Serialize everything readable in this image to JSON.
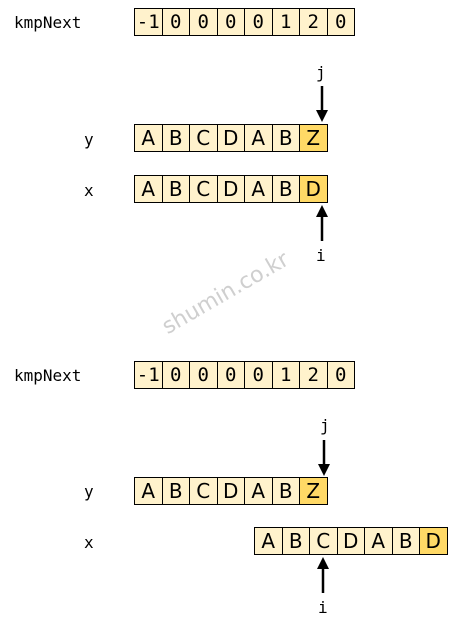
{
  "watermark": "shumin.co.kr",
  "diagram1": {
    "kmp_label": "kmpNext",
    "kmp_cells": [
      "-1",
      "0",
      "0",
      "0",
      "0",
      "1",
      "2",
      "0"
    ],
    "y_label": "y",
    "y_cells": [
      "A",
      "B",
      "C",
      "D",
      "A",
      "B",
      "Z"
    ],
    "x_label": "x",
    "x_cells": [
      "A",
      "B",
      "C",
      "D",
      "A",
      "B",
      "D"
    ],
    "j_label": "j",
    "i_label": "i"
  },
  "diagram2": {
    "kmp_label": "kmpNext",
    "kmp_cells": [
      "-1",
      "0",
      "0",
      "0",
      "0",
      "1",
      "2",
      "0"
    ],
    "y_label": "y",
    "y_cells": [
      "A",
      "B",
      "C",
      "D",
      "A",
      "B",
      "Z"
    ],
    "x_label": "x",
    "x_cells": [
      "A",
      "B",
      "C",
      "D",
      "A",
      "B",
      "D"
    ],
    "j_label": "j",
    "i_label": "i"
  },
  "colors": {
    "cell_fill": "#fff2cc",
    "highlight_fill": "#ffd966",
    "border": "#000000"
  }
}
